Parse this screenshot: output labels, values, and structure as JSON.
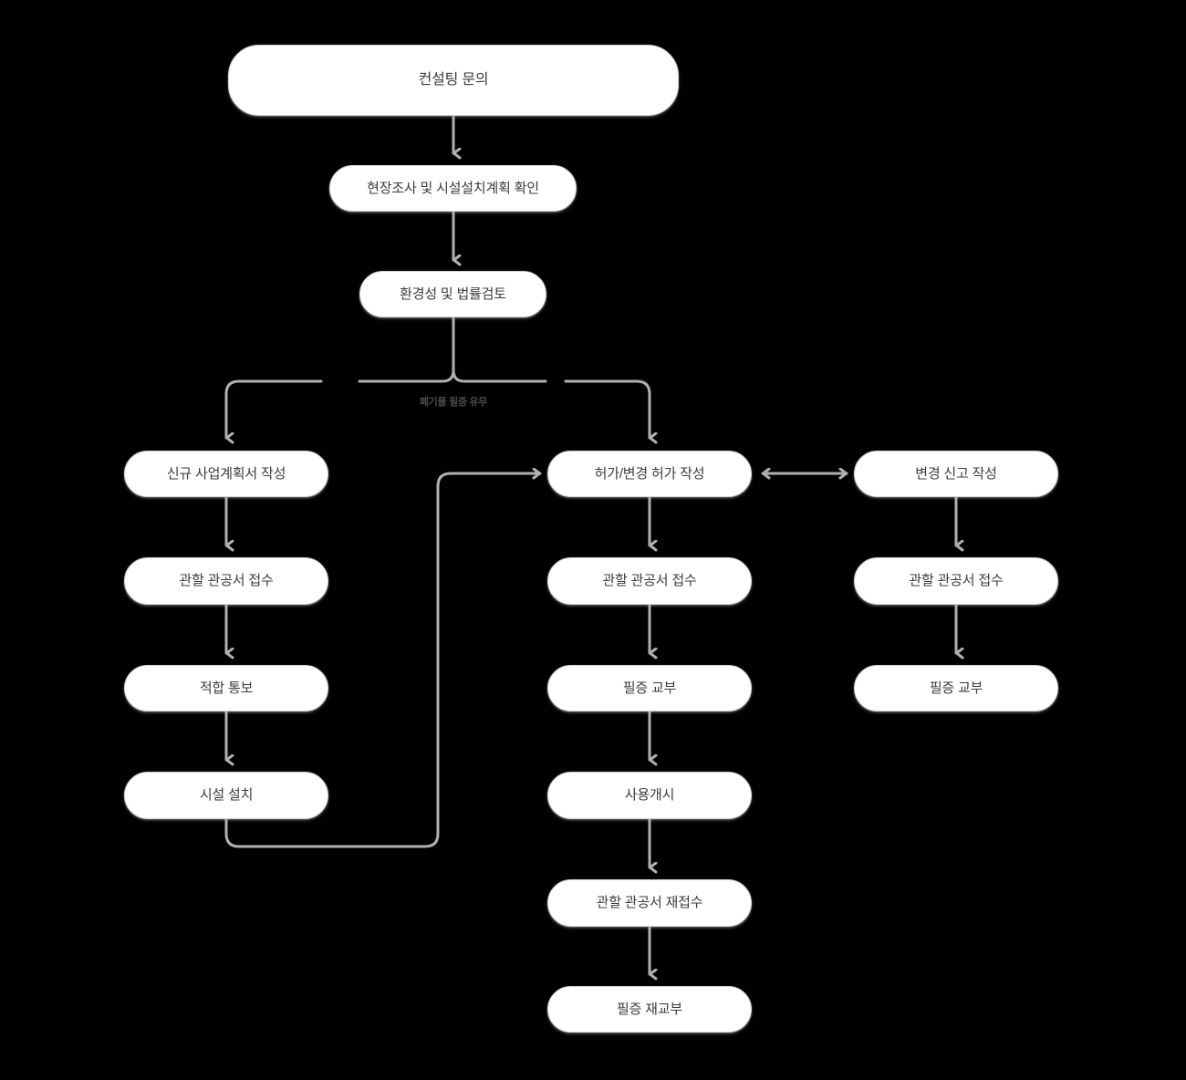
{
  "diagram": {
    "title_node": "컨설팅 문의",
    "background_color": "#000000",
    "node_fill": "#ffffff",
    "node_border": "#d2d2d2",
    "edge_color": "#b0b0b0",
    "text_color": "#3c3c3c"
  },
  "nodes": {
    "start": "컨설팅 문의",
    "survey": "현장조사 및 시설설치계획 확인",
    "review": "환경성 및 법률검토",
    "left": {
      "plan": "신규 사업계획서 작성",
      "submit": "관할 관공서 접수",
      "notice": "적합 통보",
      "install": "시설 설치"
    },
    "middle": {
      "permit": "허가/변경 허가 작성",
      "submit": "관할 관공서 접수",
      "issue": "필증 교부",
      "start_use": "사용개시",
      "resubmit": "관할 관공서 재접수",
      "reissue": "필증 재교부"
    },
    "right": {
      "change": "변경 신고 작성",
      "submit": "관할 관공서 접수",
      "issue": "필증 교부"
    }
  },
  "edge_labels": {
    "branch": "폐기물 필증 유무"
  }
}
